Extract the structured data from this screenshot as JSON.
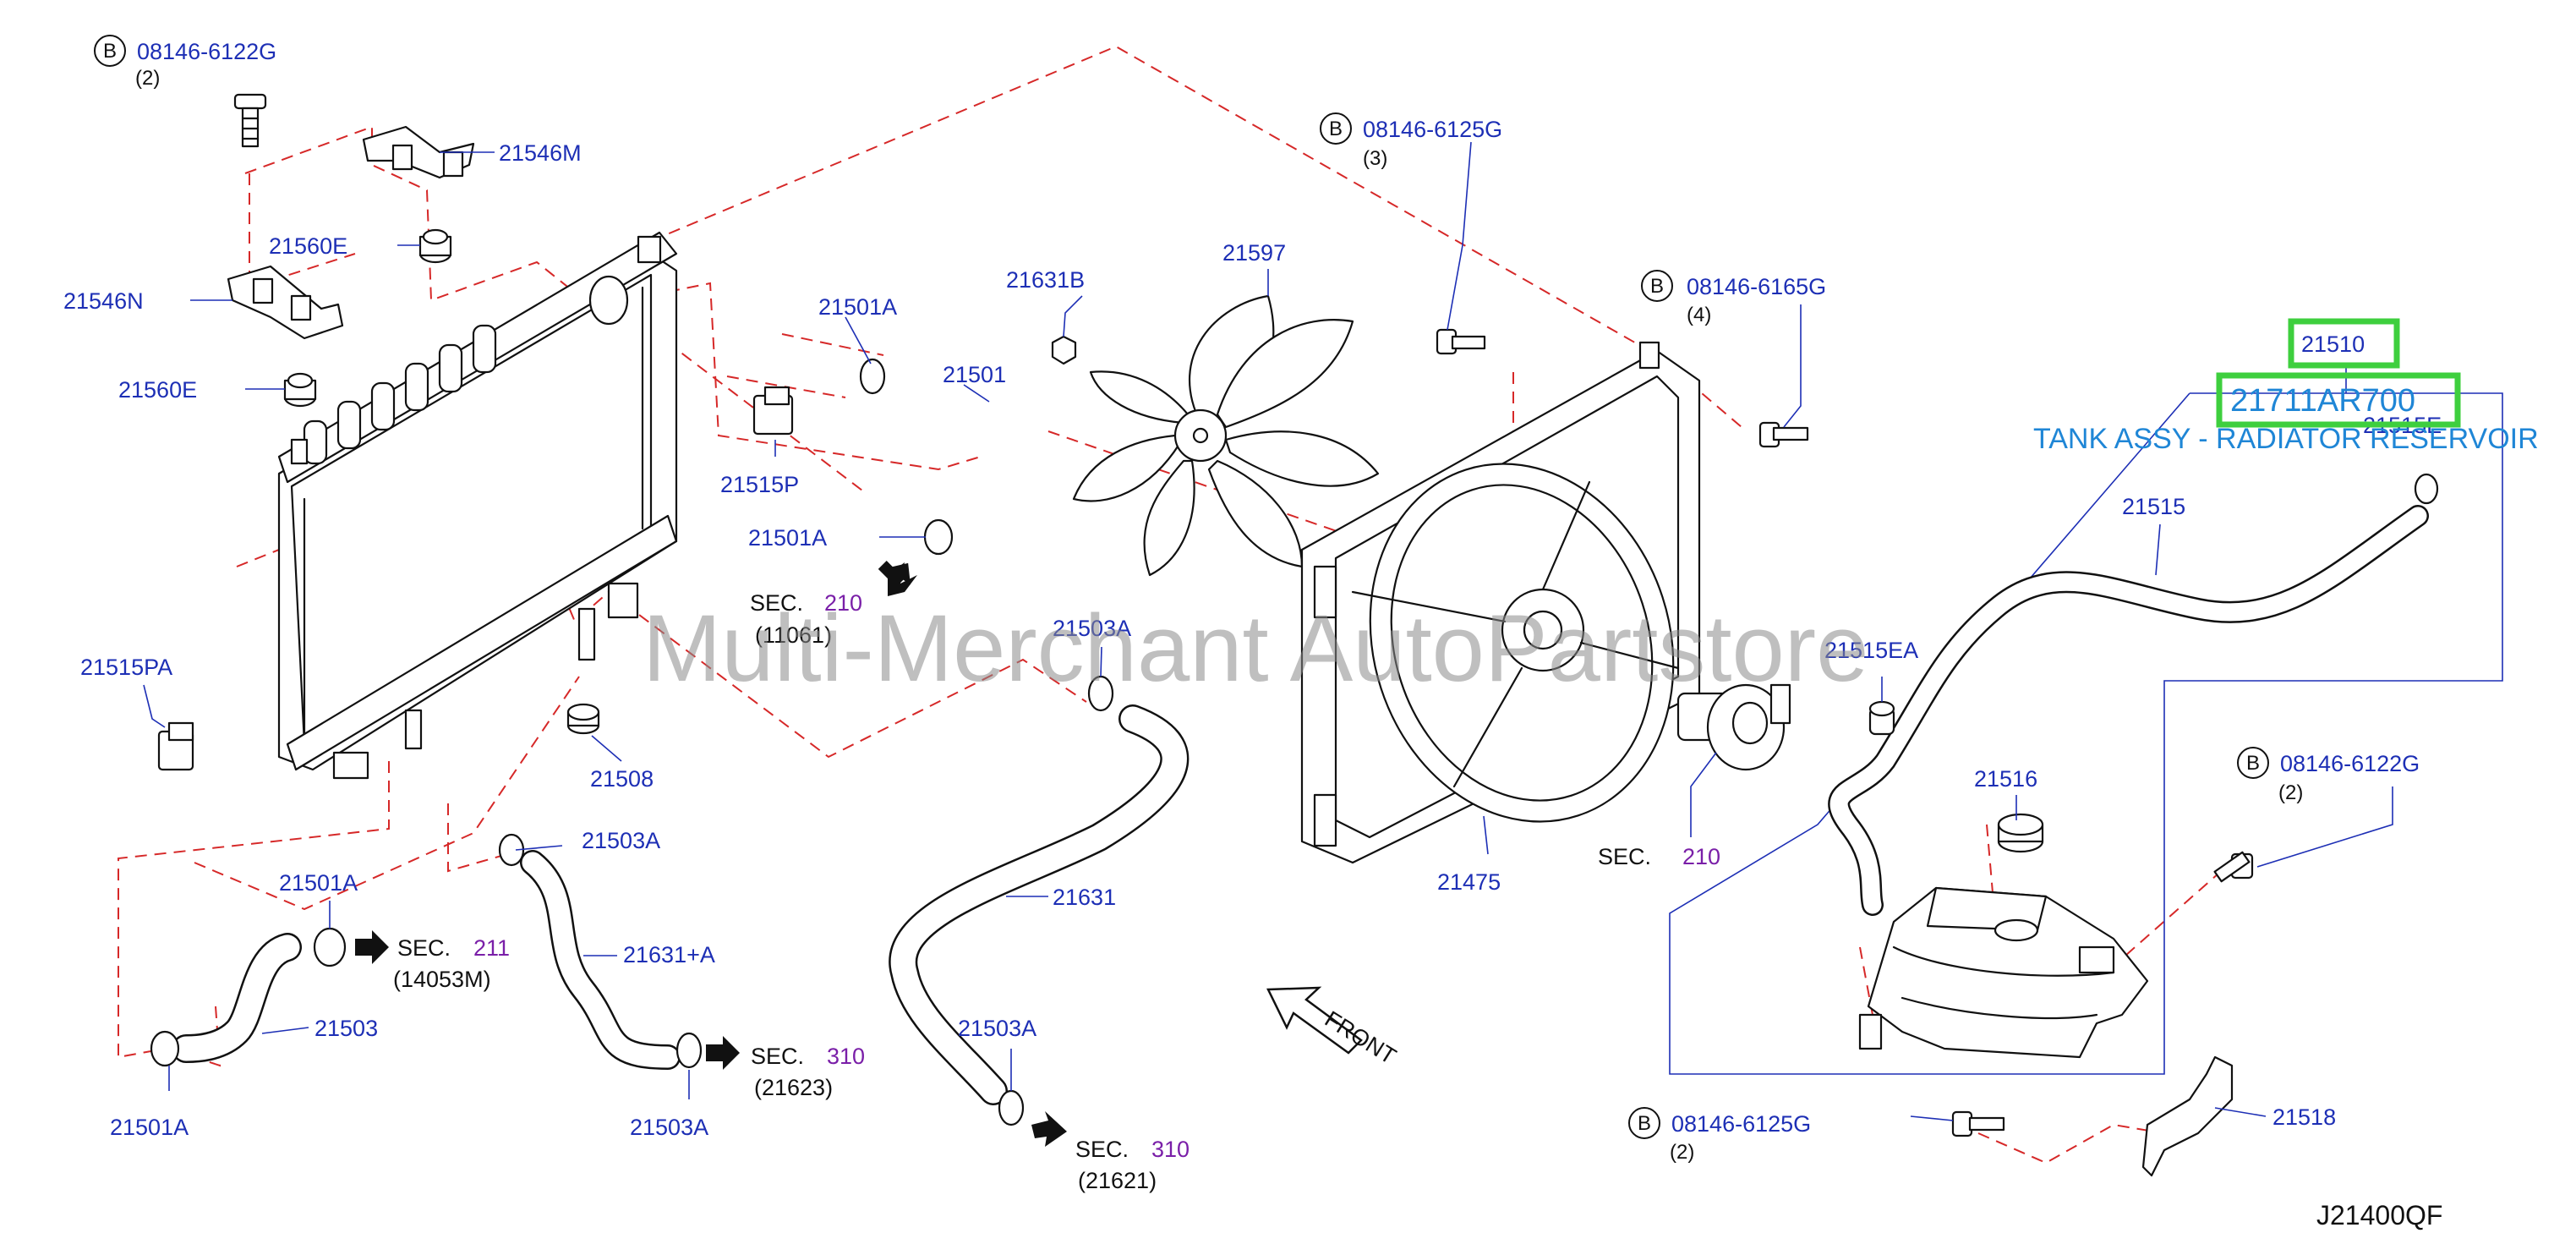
{
  "diagram": {
    "reference_code": "J21400QF",
    "front_label": "FRONT",
    "watermark": "Multi-Merchant AutoPartstore",
    "highlight": {
      "part_number": "21711AR700",
      "description": "TANK ASSY - RADIATOR RESERVOIR"
    },
    "bolt_badge_letter": "B",
    "labels": {
      "p08146_6122g_top": "08146-6122G",
      "p08146_6122g_top_qty": "(2)",
      "p21546m": "21546M",
      "p21560e_upper": "21560E",
      "p21546n": "21546N",
      "p21560e_lower": "21560E",
      "p21515pa": "21515PA",
      "p08146_6125g_top": "08146-6125G",
      "p08146_6125g_top_qty": "(3)",
      "p08146_6165g": "08146-6165G",
      "p08146_6165g_qty": "(4)",
      "p21510": "21510",
      "p21515e": "21515E",
      "p21501a_top": "21501A",
      "p21501": "21501",
      "p21515p": "21515P",
      "p21501a_mid": "21501A",
      "sec210_a": "SEC.",
      "sec210_a_num": "210",
      "sec210_a_code": "(11061)",
      "p21631b": "21631B",
      "p21597": "21597",
      "p21503a_center": "21503A",
      "p21508": "21508",
      "p21503a_low": "21503A",
      "p21501a_left": "21501A",
      "sec211": "SEC.",
      "sec211_num": "211",
      "sec211_code": "(14053M)",
      "p21503": "21503",
      "p21501a_bottom": "21501A",
      "p21631a": "21631+A",
      "sec310_a": "SEC.",
      "sec310_a_num": "310",
      "sec310_a_code": "(21623)",
      "p21503a_bottom": "21503A",
      "p21631": "21631",
      "p21503a_btm2": "21503A",
      "sec310_b": "SEC.",
      "sec310_b_num": "310",
      "sec310_b_code": "(21621)",
      "p21475": "21475",
      "sec210_b": "SEC.",
      "sec210_b_num": "210",
      "p21515": "21515",
      "p21515ea": "21515EA",
      "p21516": "21516",
      "p08146_6122g_right": "08146-6122G",
      "p08146_6122g_right_qty": "(2)",
      "p08146_6125g_bottom": "08146-6125G",
      "p08146_6125g_bottom_qty": "(2)",
      "p21518": "21518"
    }
  }
}
